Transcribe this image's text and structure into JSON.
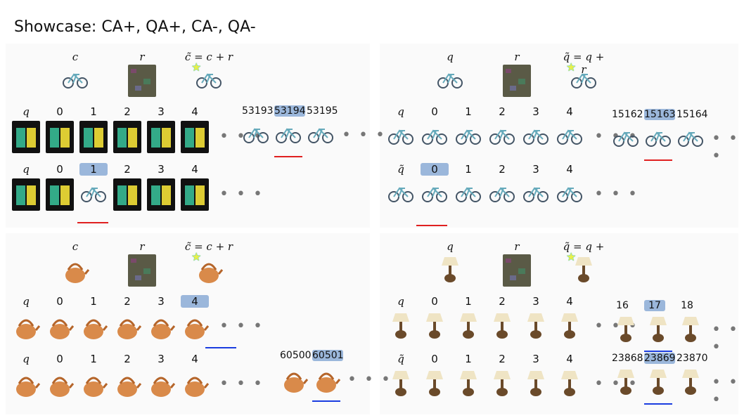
{
  "title": "Showcase: CA+, QA+, CA-, QA-",
  "panels": [
    {
      "headers": [
        "c",
        "r",
        "c̃ = c + r"
      ],
      "row1_labels": [
        "q",
        "0",
        "1",
        "2",
        "3",
        "4"
      ],
      "row2_labels": [
        "q",
        "0",
        "1",
        "2",
        "3",
        "4"
      ],
      "row2_highlight": "1",
      "retrieval_ids": [
        "53193",
        "53194",
        "53195"
      ],
      "retrieval_highlight": "53194"
    },
    {
      "headers": [
        "q",
        "r",
        "q̃ = q + r"
      ],
      "row1_labels": [
        "q",
        "0",
        "1",
        "2",
        "3",
        "4"
      ],
      "row2_labels": [
        "q̃",
        "0",
        "1",
        "2",
        "3",
        "4"
      ],
      "row2_highlight": "0",
      "retrieval_ids": [
        "15162",
        "15163",
        "15164"
      ],
      "retrieval_highlight": "15163"
    },
    {
      "headers": [
        "c",
        "r",
        "c̃ = c + r"
      ],
      "row1_labels": [
        "q",
        "0",
        "1",
        "2",
        "3",
        "4"
      ],
      "row1_highlight": "4",
      "row2_labels": [
        "q",
        "0",
        "1",
        "2",
        "3",
        "4"
      ],
      "retrieval_ids": [
        "60500",
        "60501"
      ],
      "retrieval_highlight": "60501"
    },
    {
      "headers": [
        "q",
        "r",
        "q̃ = q + r"
      ],
      "row1_labels": [
        "q",
        "0",
        "1",
        "2",
        "3",
        "4"
      ],
      "row2_labels": [
        "q̃",
        "0",
        "1",
        "2",
        "3",
        "4"
      ],
      "retrieval_ids_row1": [
        "16",
        "17",
        "18"
      ],
      "retrieval_highlight_row1": "17",
      "retrieval_ids_row2": [
        "23868",
        "23869",
        "23870"
      ],
      "retrieval_highlight_row2": "23869"
    }
  ],
  "colors": {
    "red_arrow": "#e02020",
    "blue_arrow": "#1a3de0",
    "highlight": "#9bb7db"
  },
  "icons": [
    "bicycle-icon",
    "mug-icon",
    "kettle-icon",
    "lamp-icon",
    "star-icon"
  ]
}
